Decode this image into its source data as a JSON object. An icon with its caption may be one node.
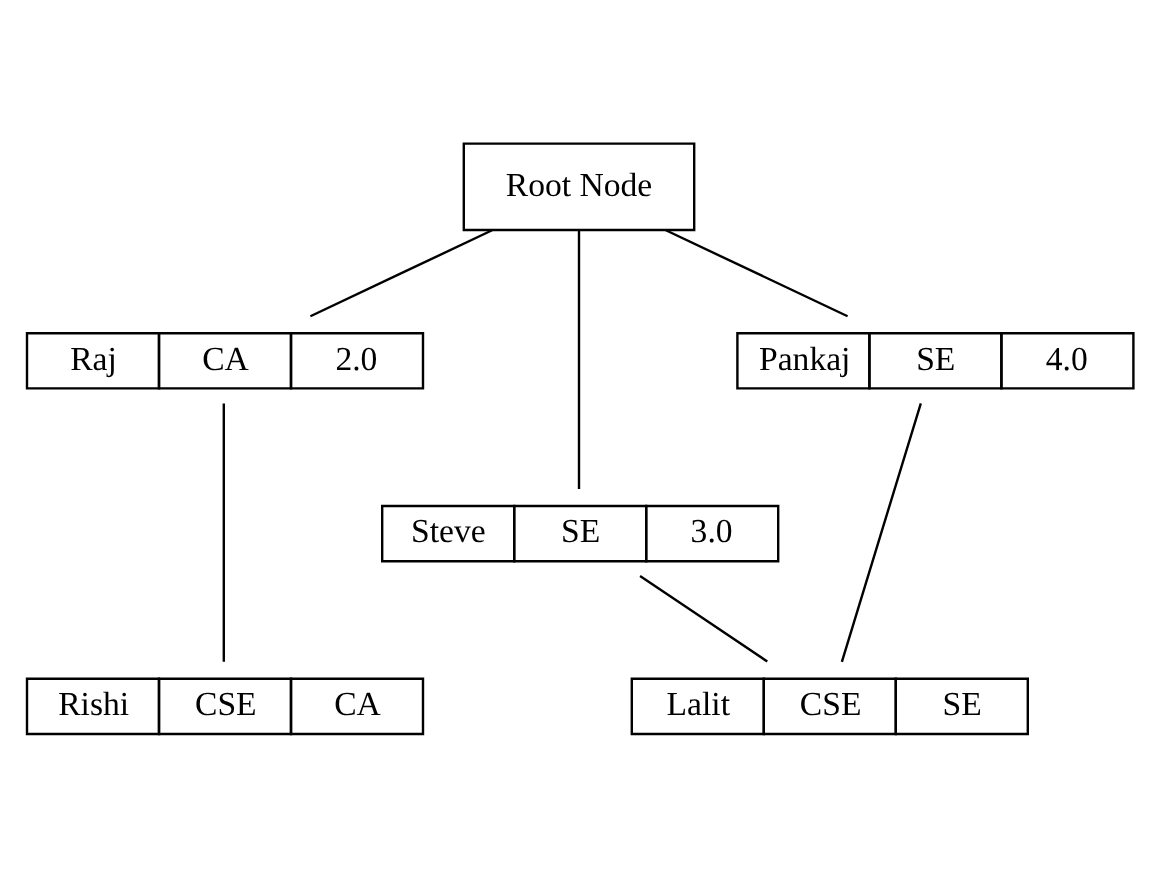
{
  "diagram": {
    "nodes": [
      {
        "text": [
          "Root Node"
        ]
      },
      {
        "text": [
          "Raj",
          "CA",
          "2.0"
        ]
      },
      {
        "text": [
          "Pankaj",
          "SE",
          "4.0"
        ]
      },
      {
        "text": [
          "Steve",
          "SE",
          "3.0"
        ]
      },
      {
        "text": [
          "Rishi",
          "CSE",
          "CA"
        ]
      },
      {
        "text": [
          "Lalit",
          "CSE",
          "SE"
        ]
      }
    ],
    "edges": [
      {
        "from": 0,
        "to": 1,
        "arrow": "none"
      },
      {
        "from": 0,
        "to": 3,
        "arrow": "none"
      },
      {
        "from": 0,
        "to": 2,
        "arrow": "none"
      },
      {
        "from": 1,
        "to": 4,
        "arrow": "none"
      },
      {
        "from": 3,
        "to": 5,
        "arrow": "none"
      },
      {
        "from": 2,
        "to": 5,
        "arrow": "none"
      }
    ]
  }
}
